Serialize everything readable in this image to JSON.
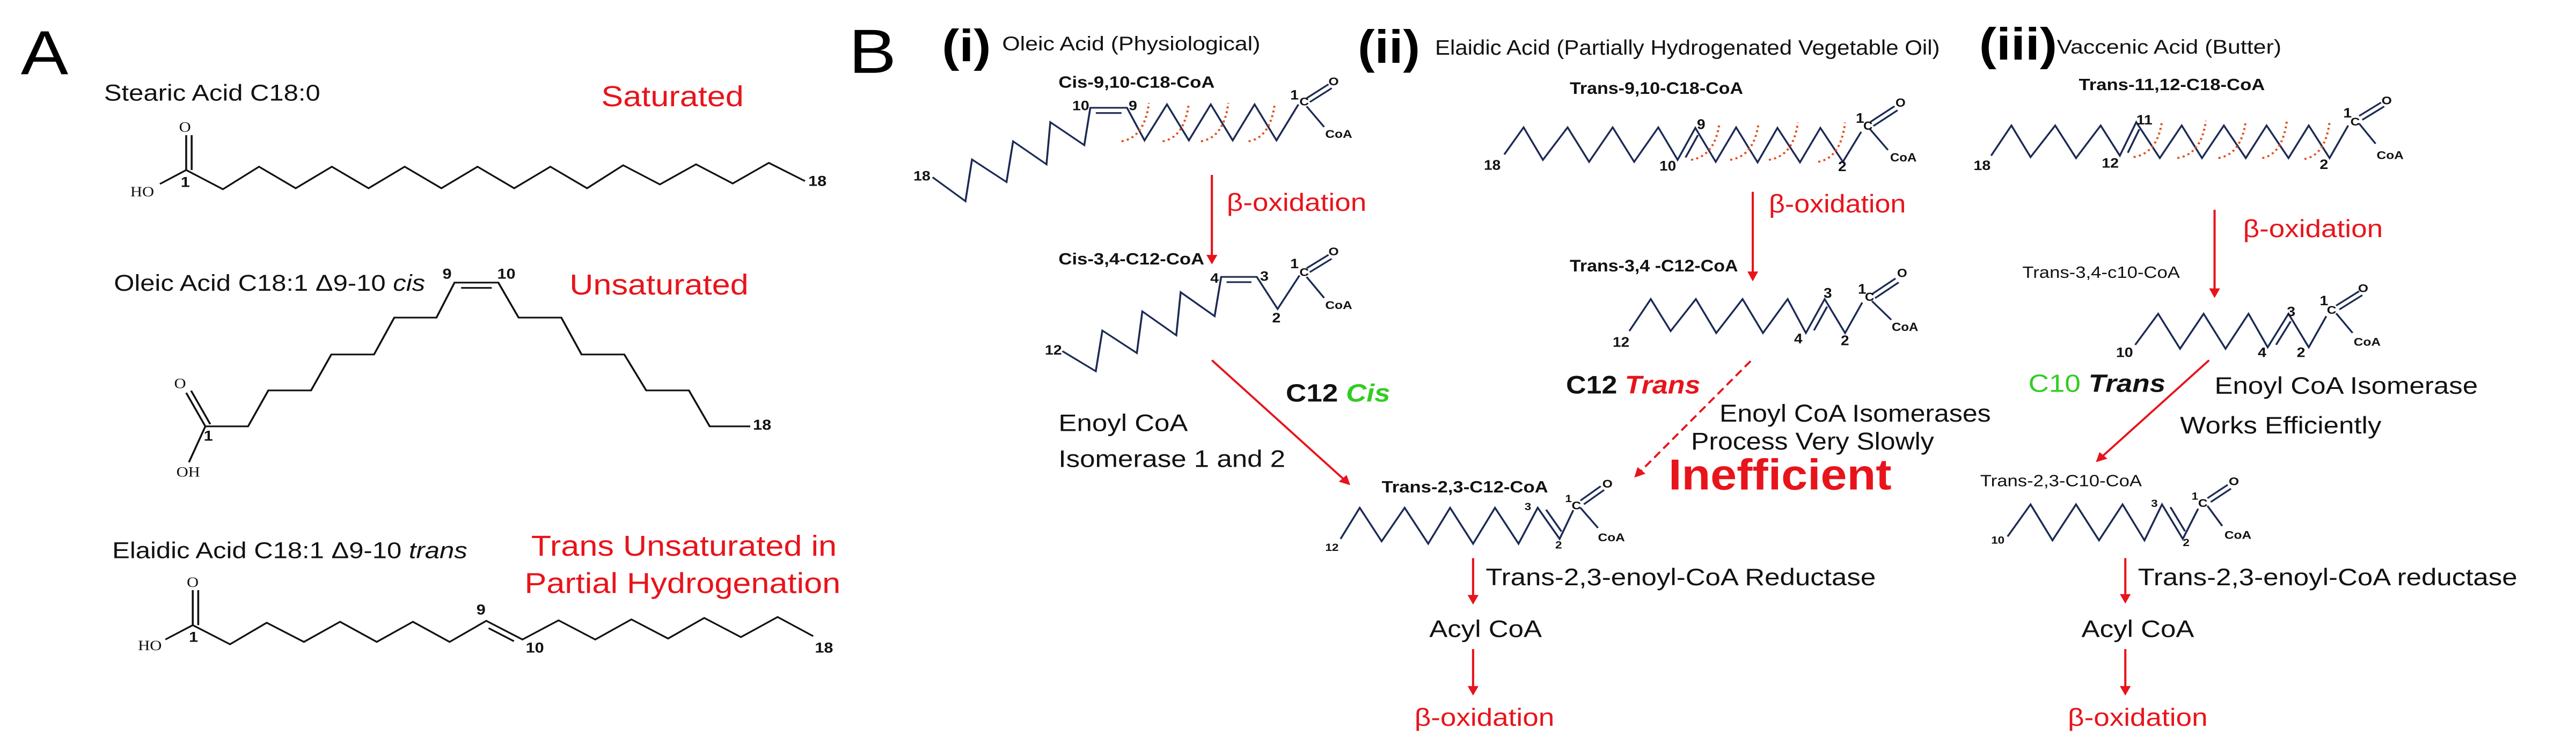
{
  "colors": {
    "red": "#e8141b",
    "green": "#33cc22",
    "navy": "#1c2a55",
    "cleavage": "#e0501a"
  },
  "panel_a": {
    "label": "A",
    "stearic": {
      "name": "Stearic Acid C18:0",
      "class": "Saturated",
      "atoms": {
        "o": "O",
        "ho": "HO",
        "c1": "1",
        "c18": "18"
      }
    },
    "oleic": {
      "name": "Oleic Acid C18:1 Δ9-10 ",
      "name_italic": "cis",
      "class": "Unsaturated",
      "atoms": {
        "o": "O",
        "oh": "OH",
        "c1": "1",
        "c9": "9",
        "c10": "10",
        "c18": "18"
      }
    },
    "elaidic": {
      "name": "Elaidic Acid C18:1 Δ9-10 ",
      "name_italic": "trans",
      "class_lines": [
        "Trans Unsaturated in",
        "Partial Hydrogenation"
      ],
      "atoms": {
        "o": "O",
        "ho": "HO",
        "c1": "1",
        "c9": "9",
        "c10": "10",
        "c18": "18"
      }
    }
  },
  "panel_b": {
    "label": "B",
    "common": {
      "c": "C",
      "o": "O",
      "coa": "CoA",
      "one": "1",
      "two": "2",
      "three": "3",
      "four": "4",
      "nine": "9",
      "ten": "10",
      "eleven": "11",
      "twelve": "12",
      "eighteen": "18"
    },
    "i": {
      "numeral": "(i)",
      "title": "Oleic Acid (Physiological)",
      "start": "Cis-9,10-C18-CoA",
      "step1": "β-oxidation",
      "intermediate": "Cis-3,4-C12-CoA",
      "tag_prefix": "C12 ",
      "tag_italic": "Cis",
      "enzyme_lines": [
        "Enoyl CoA",
        "Isomerase 1 and 2"
      ],
      "product": "Trans-2,3-C12-CoA",
      "reductase": "Trans-2,3-enoyl-CoA Reductase",
      "acyl": "Acyl CoA",
      "final": "β-oxidation"
    },
    "ii": {
      "numeral": "(ii)",
      "title": "Elaidic Acid (Partially Hydrogenated Vegetable Oil)",
      "start": "Trans-9,10-C18-CoA",
      "step1": "β-oxidation",
      "intermediate": "Trans-3,4 -C12-CoA",
      "tag_prefix": "C12 ",
      "tag_italic": "Trans",
      "enzyme_lines": [
        "Enoyl CoA Isomerases",
        "Process Very Slowly"
      ],
      "verdict": "Inefficient"
    },
    "iii": {
      "numeral": "(iii)",
      "title": "Vaccenic Acid (Butter)",
      "start": "Trans-11,12-C18-CoA",
      "step1": "β-oxidation",
      "intermediate": "Trans-3,4-c10-CoA",
      "tag_prefix": "C10 ",
      "tag_italic": "Trans",
      "enzyme_lines": [
        "Enoyl CoA Isomerase",
        "Works Efficiently"
      ],
      "product": "Trans-2,3-C10-CoA",
      "reductase": "Trans-2,3-enoyl-CoA reductase",
      "acyl": "Acyl CoA",
      "final": "β-oxidation"
    }
  }
}
